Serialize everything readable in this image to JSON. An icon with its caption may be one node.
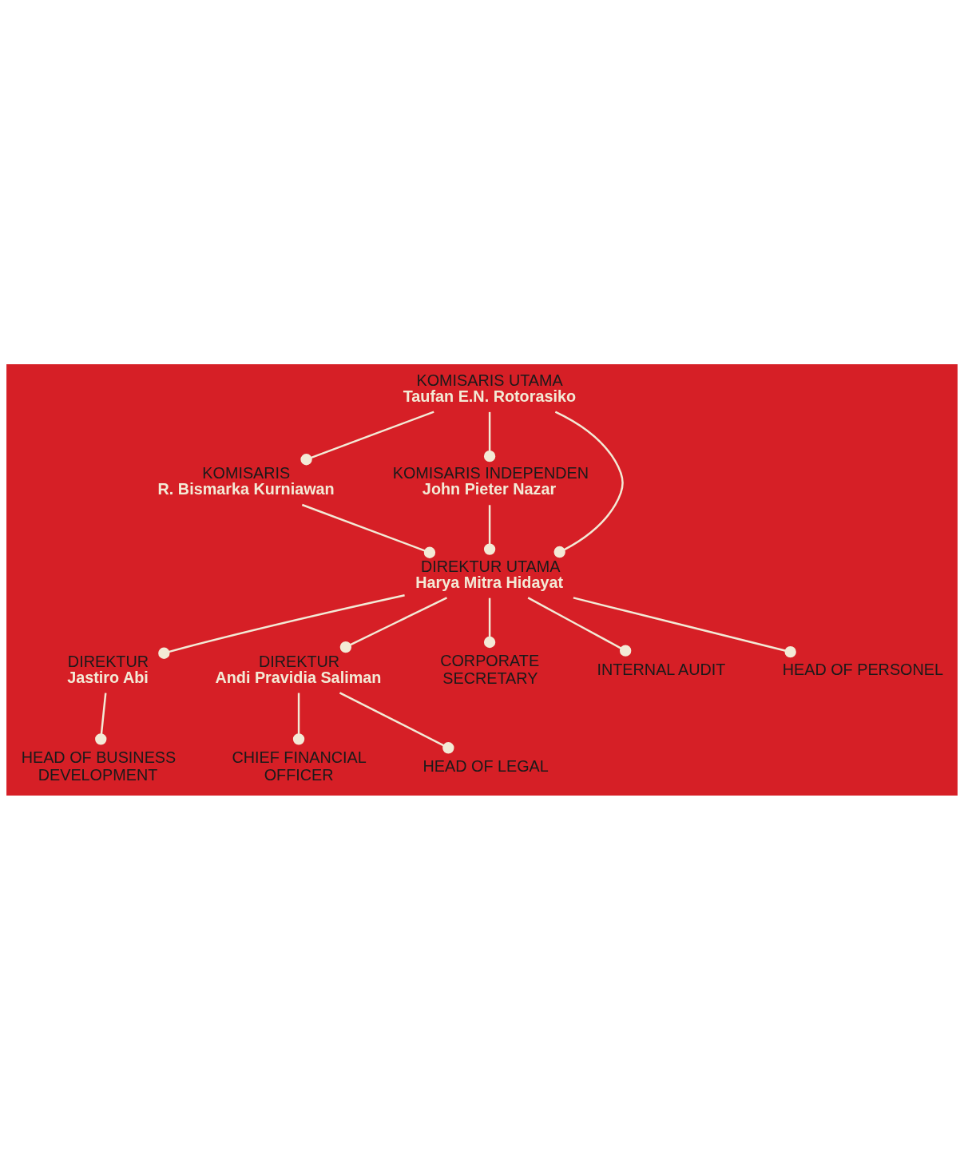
{
  "diagram": {
    "nodes": [
      {
        "text": [
          "KOMISARIS UTAMA",
          "Taufan E.N. Rotorasiko"
        ]
      },
      {
        "text": [
          "KOMISARIS",
          "R. Bismarka Kurniawan"
        ]
      },
      {
        "text": [
          "KOMISARIS INDEPENDEN",
          "John Pieter Nazar"
        ]
      },
      {
        "text": [
          "DIREKTUR UTAMA",
          "Harya Mitra Hidayat"
        ]
      },
      {
        "text": [
          "DIREKTUR",
          "Jastiro Abi"
        ]
      },
      {
        "text": [
          "DIREKTUR",
          "Andi Pravidia Saliman"
        ]
      },
      {
        "text": [
          "CORPORATE SECRETARY"
        ]
      },
      {
        "text": [
          "INTERNAL AUDIT"
        ]
      },
      {
        "text": [
          "CHIEF FINANCIAL OFFICER"
        ]
      },
      {
        "text": [
          "HEAD OF LEGAL"
        ]
      },
      {
        "text": [
          "HEAD OF PERSONEL"
        ]
      },
      {
        "text": [
          "HEAD OF BUSINESS DEVELOPMENT"
        ]
      }
    ],
    "edges": [
      {
        "from": 0,
        "to": 1,
        "arrow": "other"
      },
      {
        "from": 0,
        "to": 2,
        "arrow": "other"
      },
      {
        "from": 0,
        "to": 3,
        "arrow": "other"
      },
      {
        "from": 1,
        "to": 3,
        "arrow": "other"
      },
      {
        "from": 2,
        "to": 3,
        "arrow": "other"
      },
      {
        "from": 3,
        "to": 4,
        "arrow": "other"
      },
      {
        "from": 3,
        "to": 5,
        "arrow": "other"
      },
      {
        "from": 3,
        "to": 10,
        "arrow": "other"
      },
      {
        "from": 3,
        "to": 6,
        "arrow": "other"
      },
      {
        "from": 3,
        "to": 7,
        "arrow": "other"
      },
      {
        "from": 4,
        "to": 11,
        "arrow": "other"
      },
      {
        "from": 5,
        "to": 8,
        "arrow": "other"
      },
      {
        "from": 5,
        "to": 9,
        "arrow": "other"
      }
    ]
  }
}
